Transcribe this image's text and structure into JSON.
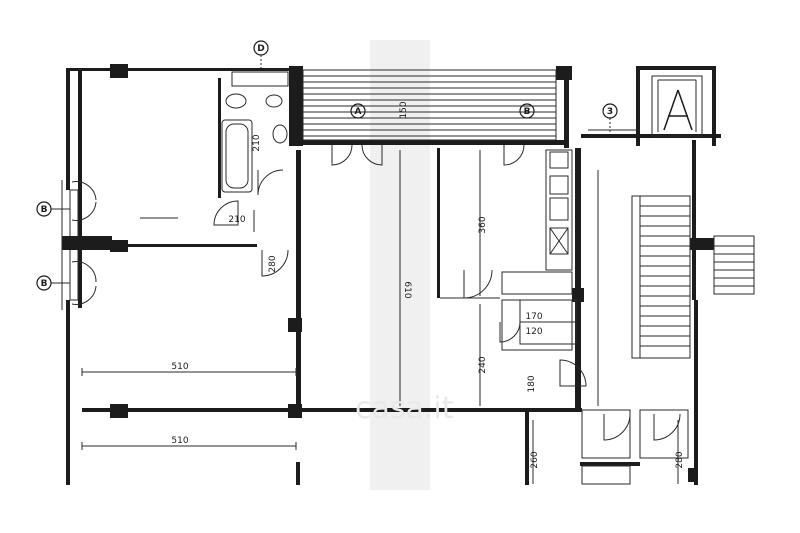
{
  "tags": {
    "d": "D",
    "a": "A",
    "b_balcony": "B",
    "b_left_top": "B",
    "b_left_bottom": "B",
    "stair": "3"
  },
  "dims": {
    "w510_a": "510",
    "w510_b": "510",
    "d610": "610",
    "d360": "360",
    "d240": "240",
    "d260": "260",
    "d280": "280",
    "d170": "170",
    "d120": "120",
    "d180": "180",
    "d150": "150",
    "d210": "210",
    "d280_door": "280",
    "d210_door": "210"
  },
  "watermark": "casa.it"
}
